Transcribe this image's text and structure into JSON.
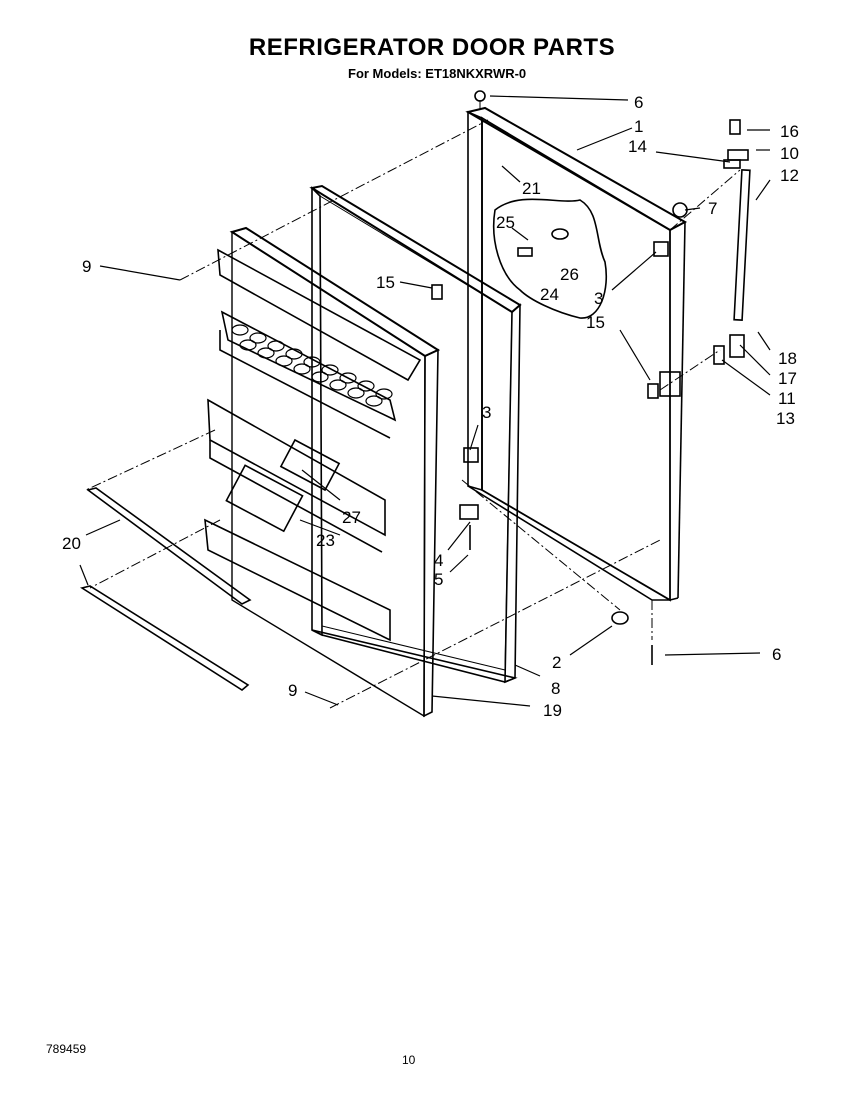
{
  "title": "REFRIGERATOR DOOR PARTS",
  "subtitle": "For Models: ET18NKXRWR-0",
  "footer": {
    "code": "789459",
    "page": "10"
  },
  "callouts": [
    {
      "id": "c6a",
      "text": "6"
    },
    {
      "id": "c1",
      "text": "1"
    },
    {
      "id": "c14",
      "text": "14"
    },
    {
      "id": "c16",
      "text": "16"
    },
    {
      "id": "c10",
      "text": "10"
    },
    {
      "id": "c12",
      "text": "12"
    },
    {
      "id": "c21",
      "text": "21"
    },
    {
      "id": "c7",
      "text": "7"
    },
    {
      "id": "c25",
      "text": "25"
    },
    {
      "id": "c26",
      "text": "26"
    },
    {
      "id": "c24",
      "text": "24"
    },
    {
      "id": "c9a",
      "text": "9"
    },
    {
      "id": "c15a",
      "text": "15"
    },
    {
      "id": "c3a",
      "text": "3"
    },
    {
      "id": "c15b",
      "text": "15"
    },
    {
      "id": "c18",
      "text": "18"
    },
    {
      "id": "c17",
      "text": "17"
    },
    {
      "id": "c11",
      "text": "11"
    },
    {
      "id": "c13",
      "text": "13"
    },
    {
      "id": "c3b",
      "text": "3"
    },
    {
      "id": "c27",
      "text": "27"
    },
    {
      "id": "c23",
      "text": "23"
    },
    {
      "id": "c20",
      "text": "20"
    },
    {
      "id": "c4",
      "text": "4"
    },
    {
      "id": "c5",
      "text": "5"
    },
    {
      "id": "c2",
      "text": "2"
    },
    {
      "id": "c6b",
      "text": "6"
    },
    {
      "id": "c8",
      "text": "8"
    },
    {
      "id": "c9b",
      "text": "9"
    },
    {
      "id": "c19",
      "text": "19"
    }
  ]
}
